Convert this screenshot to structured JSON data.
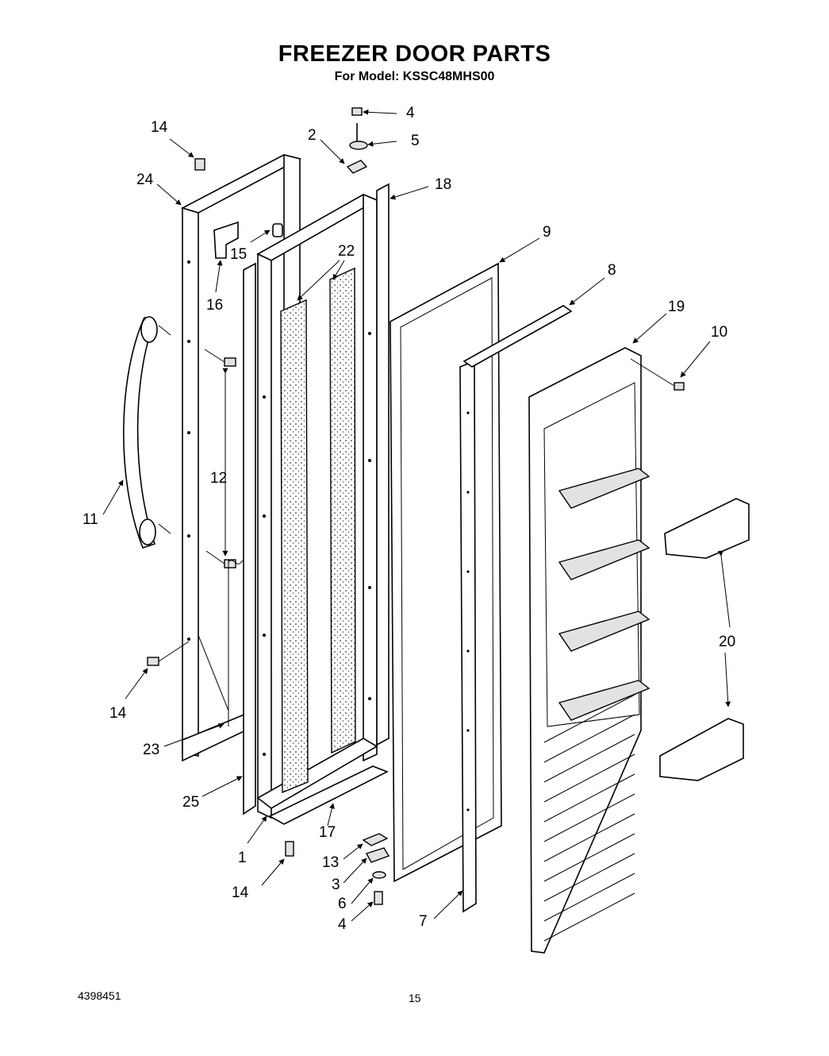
{
  "title": "FREEZER DOOR PARTS",
  "subtitle": "For Model: KSSC48MHS00",
  "footer": {
    "document_number": "4398451",
    "page_number": "15"
  },
  "callouts": {
    "c1": "1",
    "c2": "2",
    "c3": "3",
    "c4a": "4",
    "c4b": "4",
    "c5": "5",
    "c6": "6",
    "c7": "7",
    "c8": "8",
    "c9": "9",
    "c10": "10",
    "c11": "11",
    "c12": "12",
    "c13": "13",
    "c14a": "14",
    "c14b": "14",
    "c14c": "14",
    "c15": "15",
    "c16": "16",
    "c17": "17",
    "c18": "18",
    "c19": "19",
    "c20": "20",
    "c22": "22",
    "c23": "23",
    "c24": "24",
    "c25": "25"
  }
}
